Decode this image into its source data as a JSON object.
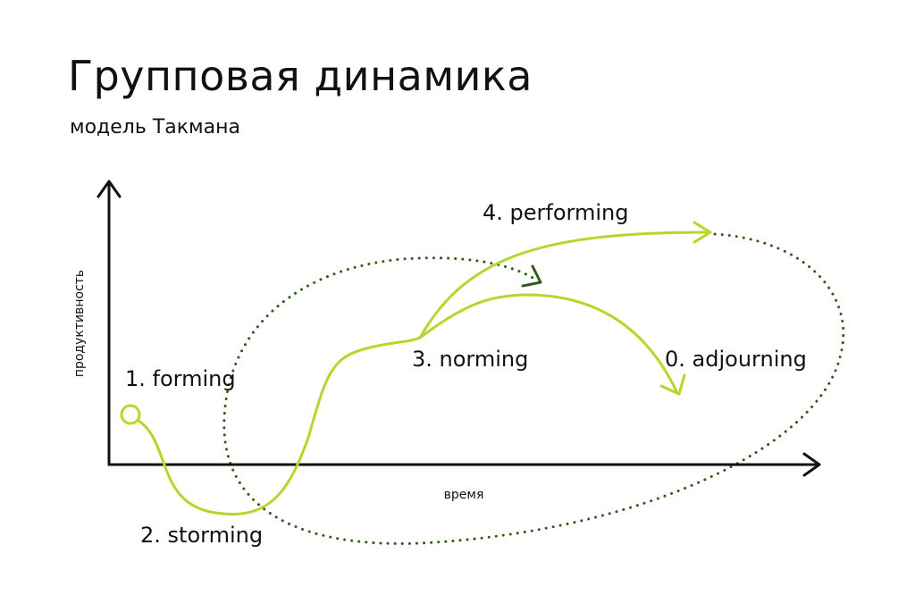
{
  "header": {
    "title": "Групповая динамика",
    "subtitle": "модель Такмана"
  },
  "axes": {
    "y_label": "продуктивность",
    "x_label": "время"
  },
  "stages": [
    {
      "label": "1. forming"
    },
    {
      "label": "2. storming"
    },
    {
      "label": "3. norming"
    },
    {
      "label": "4. performing"
    },
    {
      "label": "0. adjourning"
    }
  ],
  "colors": {
    "curve": "#b5d62b",
    "loop": "#2f5d1a",
    "axis": "#111111",
    "text": "#111111"
  }
}
